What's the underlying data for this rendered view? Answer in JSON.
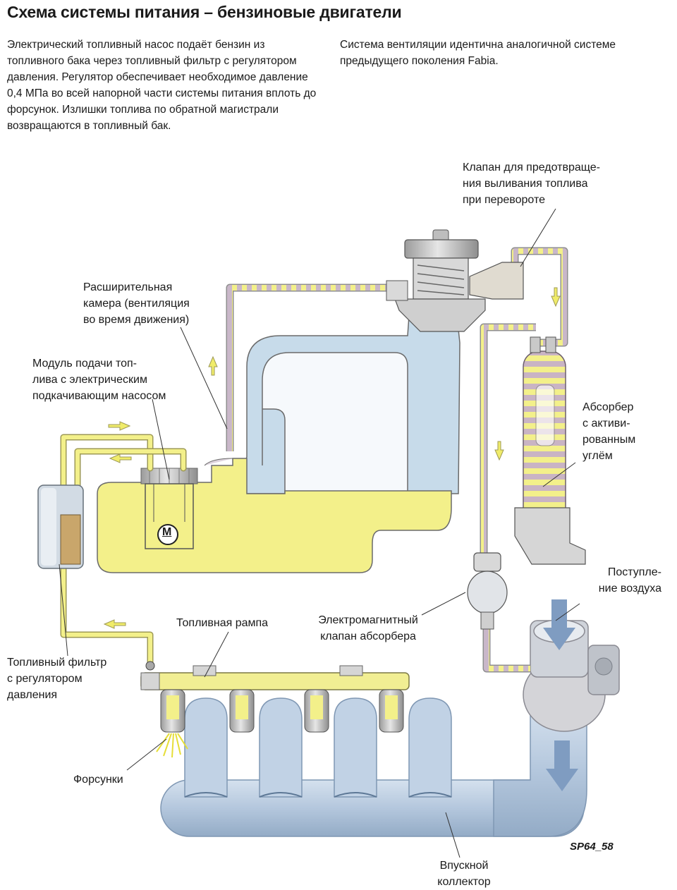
{
  "title": "Схема системы питания – бензиновые двигатели",
  "intro": {
    "left": "Электрический топливный насос подаёт бензин из топливного бака через топливный фильтр с регулятором давления. Регулятор обеспечивает необходимое давление 0,4 МПа во всей напорной части системы питания вплоть до форсунок. Излишки топлива по обратной магистрали возвращаются в топливный бак.",
    "right": "Система вентиляции идентична аналогичной системе предыдущего поколения Fabia."
  },
  "labels": {
    "rollover_valve": "Клапан для предотвраще-\nния выливания топлива\nпри перевороте",
    "expansion_chamber": "Расширительная\nкамера (вентиляция\nво время движения)",
    "fuel_module": "Модуль подачи топ-\nлива с электрическим\nподкачивающим насосом",
    "absorber": "Абсорбер\nс активи-\nрованным\nуглём",
    "air_intake": "Поступле-\nние воздуха",
    "fuel_rail": "Топливная рампа",
    "solenoid_valve": "Электромагнитный\nклапан абсорбера",
    "fuel_filter": "Топливный фильтр\nс регулятором\nдавления",
    "injectors": "Форсунки",
    "intake_manifold": "Впускной\nколлектор"
  },
  "motor_symbol": "M",
  "figure_ref": "SP64_58",
  "colors": {
    "fuel": "#f3f08a",
    "fuel_dark": "#d9d36a",
    "air": "#b4c7dd",
    "air_dark": "#8aa2bf",
    "vapor_line": "#c9b7c9",
    "tank_air": "#c7dbea",
    "metal": "#c4c4c4"
  }
}
